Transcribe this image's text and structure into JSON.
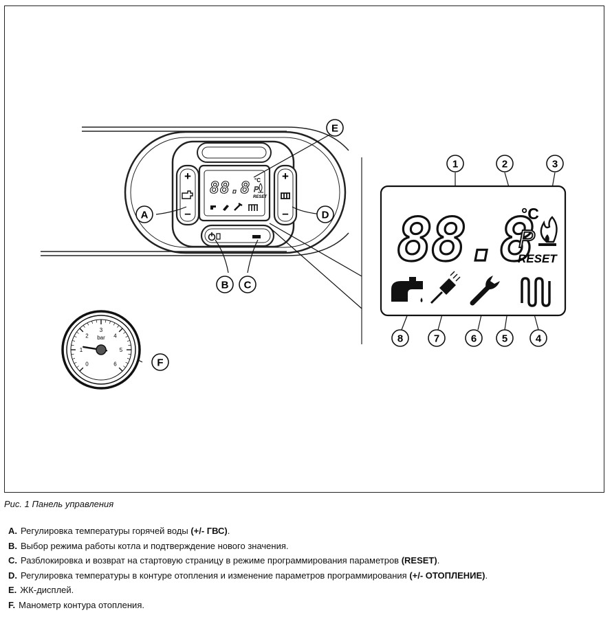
{
  "figure": {
    "caption": "Рис. 1 Панель управления",
    "callouts": {
      "A": "A",
      "B": "B",
      "C": "C",
      "D": "D",
      "E": "E",
      "F": "F",
      "n1": "1",
      "n2": "2",
      "n3": "3",
      "n4": "4",
      "n5": "5",
      "n6": "6",
      "n7": "7",
      "n8": "8"
    },
    "buttons": {
      "plus": "+",
      "minus": "–"
    },
    "display": {
      "digits": "88.8",
      "unit": "°C",
      "p_letter": "P",
      "reset": "RESET"
    },
    "gauge": {
      "unit": "bar",
      "ticks": [
        "0",
        "1",
        "2",
        "3",
        "4",
        "5",
        "6"
      ],
      "needle_value": 1.2
    }
  },
  "legend": [
    {
      "key": "A.",
      "text": "Регулировка температуры горячей воды ",
      "emph": "(+/- ГВС)",
      "tail": "."
    },
    {
      "key": "B.",
      "text": "Выбор режима работы котла и подтверждение нового значения.",
      "emph": "",
      "tail": ""
    },
    {
      "key": "C.",
      "text": "Разблокировка и возврат на стартовую страницу в режиме программирования параметров ",
      "emph": "(RESET)",
      "tail": "."
    },
    {
      "key": "D.",
      "text": "Регулировка температуры в контуре отопления и изменение параметров программирования ",
      "emph": "(+/- ОТОПЛЕНИЕ)",
      "tail": "."
    },
    {
      "key": "E.",
      "text": "ЖК-дисплей.",
      "emph": "",
      "tail": ""
    },
    {
      "key": "F.",
      "text": "Манометр контура отопления.",
      "emph": "",
      "tail": ""
    }
  ]
}
